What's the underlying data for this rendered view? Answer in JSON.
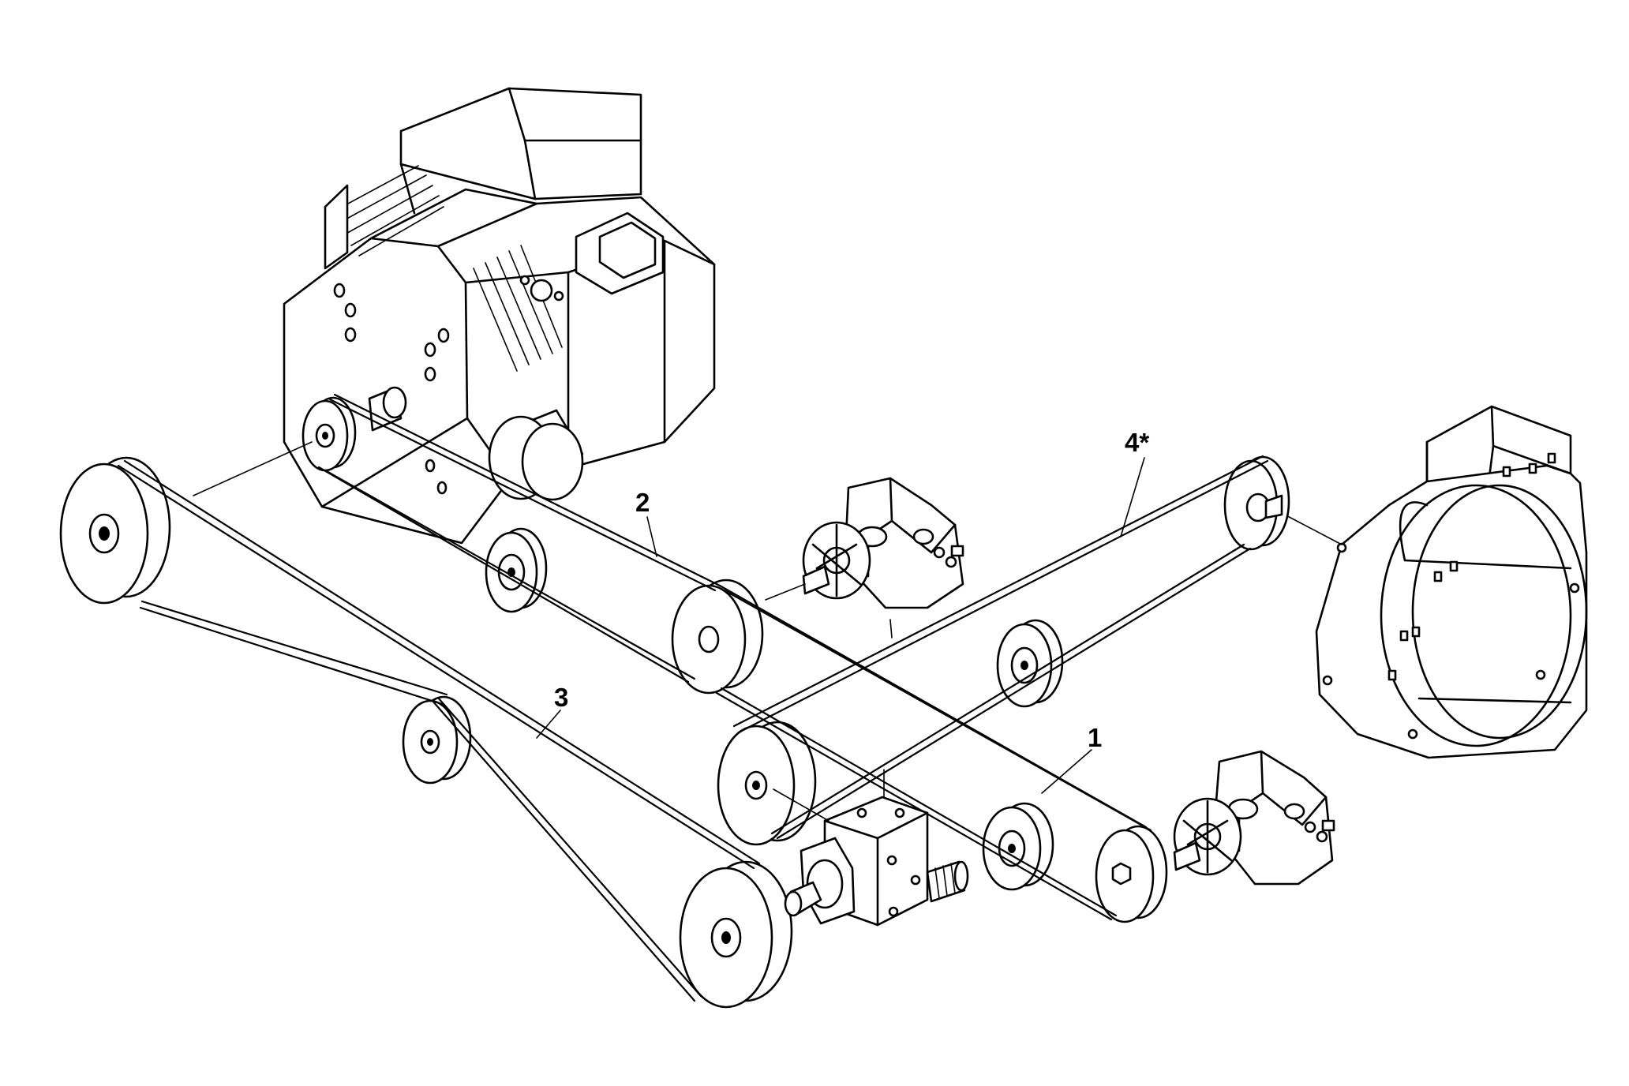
{
  "diagram": {
    "callouts": {
      "c1": "1",
      "c2": "2",
      "c3": "3",
      "c4": "4*"
    },
    "colors": {
      "line": "#000000",
      "background": "#ffffff"
    },
    "components": [
      "engine",
      "v-belt-1",
      "v-belt-2",
      "v-belt-3",
      "v-belt-4",
      "hydraulic-pump-upper",
      "hydraulic-pump-lower",
      "angle-gearbox",
      "fan-housing"
    ]
  }
}
